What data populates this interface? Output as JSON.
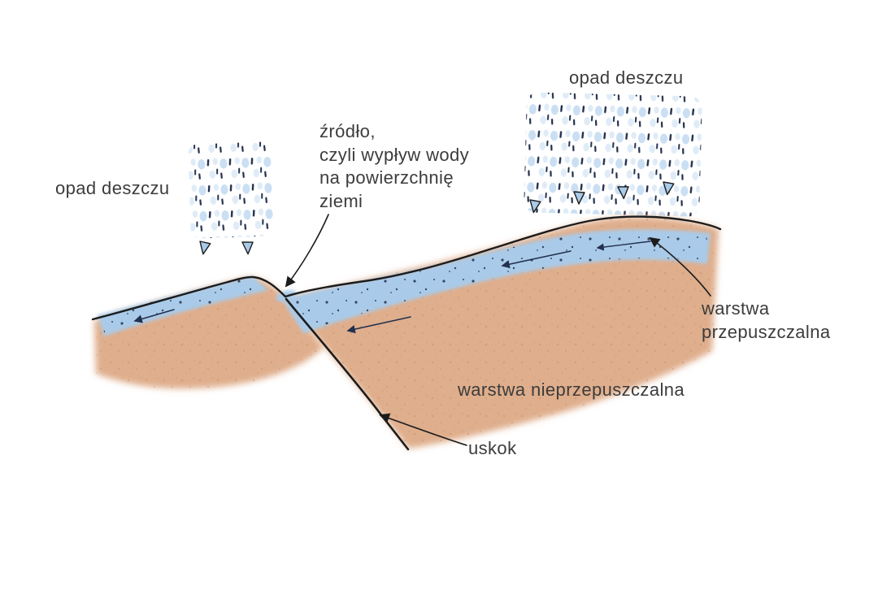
{
  "figure": {
    "labels": {
      "rain_left": "opad deszczu",
      "rain_right": "opad deszczu",
      "spring": "źródło,\nczyli wypływ wody\nna powierzchnię\nziemi",
      "permeable": "warstwa\nprzepuszczalna",
      "impermeable": "warstwa nieprzepuszczalna",
      "fault": "uskok"
    },
    "colors": {
      "background": "#ffffff",
      "terrain": "#dfae8c",
      "terrain_grain": "#c68d66",
      "water": "#a9cbe9",
      "water_light": "#c5dcf2",
      "water_dark": "#23304e",
      "ink": "#1c1c1c",
      "text": "#3c3c3c"
    }
  }
}
